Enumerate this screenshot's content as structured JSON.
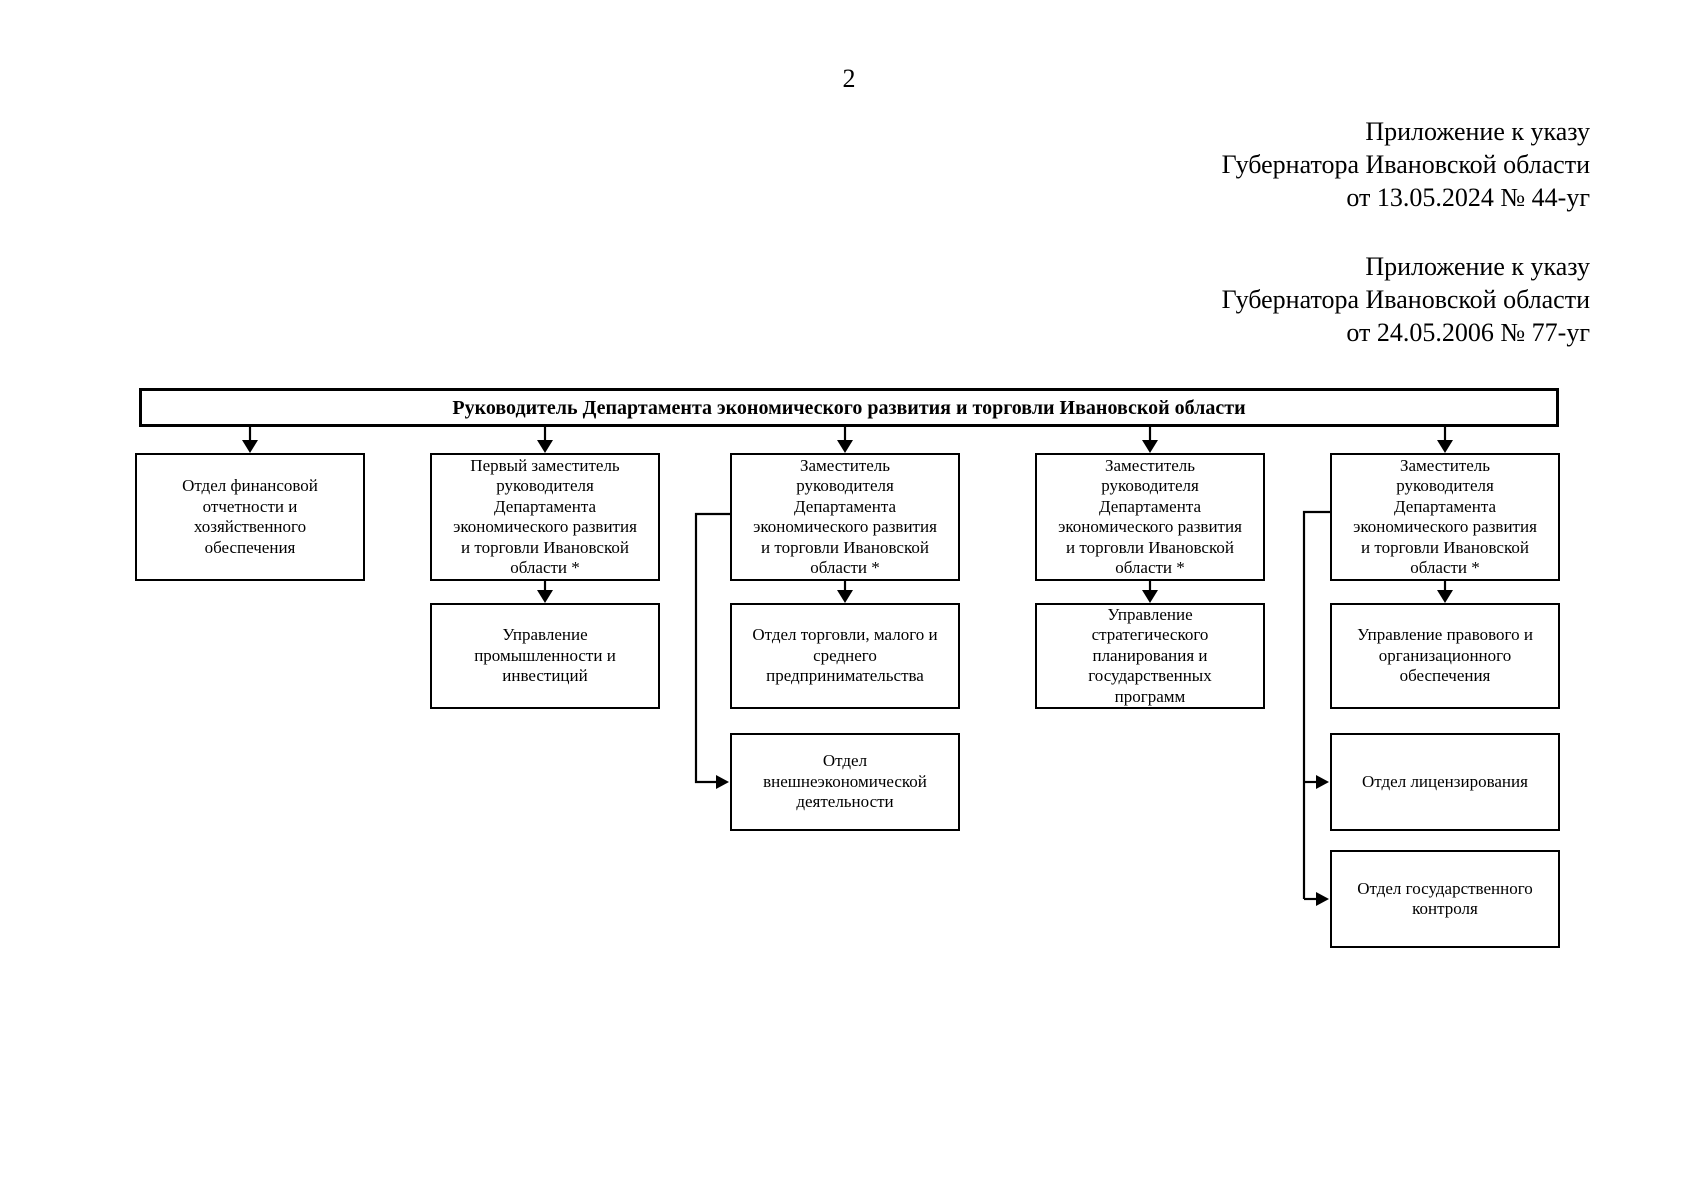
{
  "page": {
    "number": "2",
    "annotations": [
      {
        "text": "Приложение к указу\nГубернатора Ивановской области\nот 13.05.2024 № 44-уг"
      },
      {
        "text": "Приложение к указу\nГубернатора Ивановской области\nот 24.05.2006 № 77-уг"
      }
    ]
  },
  "org": {
    "root": "Руководитель Департамента экономического развития и торговли Ивановской области",
    "finance": "Отдел финансовой\nотчетности и\nхозяйственного\nобеспечения",
    "first_deputy": "Первый заместитель\nруководителя\nДепартамента\nэкономического развития\nи торговли Ивановской\nобласти *",
    "deputy2": "Заместитель\nруководителя\nДепартамента\nэкономического развития\nи торговли Ивановской\nобласти *",
    "deputy3": "Заместитель\nруководителя\nДепартамента\nэкономического развития\nи торговли Ивановской\nобласти *",
    "deputy4": "Заместитель\nруководителя\nДепартамента\nэкономического развития\nи торговли Ивановской\nобласти *",
    "industry": "Управление\nпромышленности и\nинвестиций",
    "trade_sme": "Отдел торговли, малого и\nсреднего\nпредпринимательства",
    "foreign": "Отдел\nвнешнеэкономической\nдеятельности",
    "strategic": "Управление\nстратегического\nпланирования и\nгосударственных\nпрограмм",
    "legal": "Управление правового и\nорганизационного\nобеспечения",
    "licensing": "Отдел лицензирования",
    "state_control": "Отдел государственного\nконтроля"
  }
}
